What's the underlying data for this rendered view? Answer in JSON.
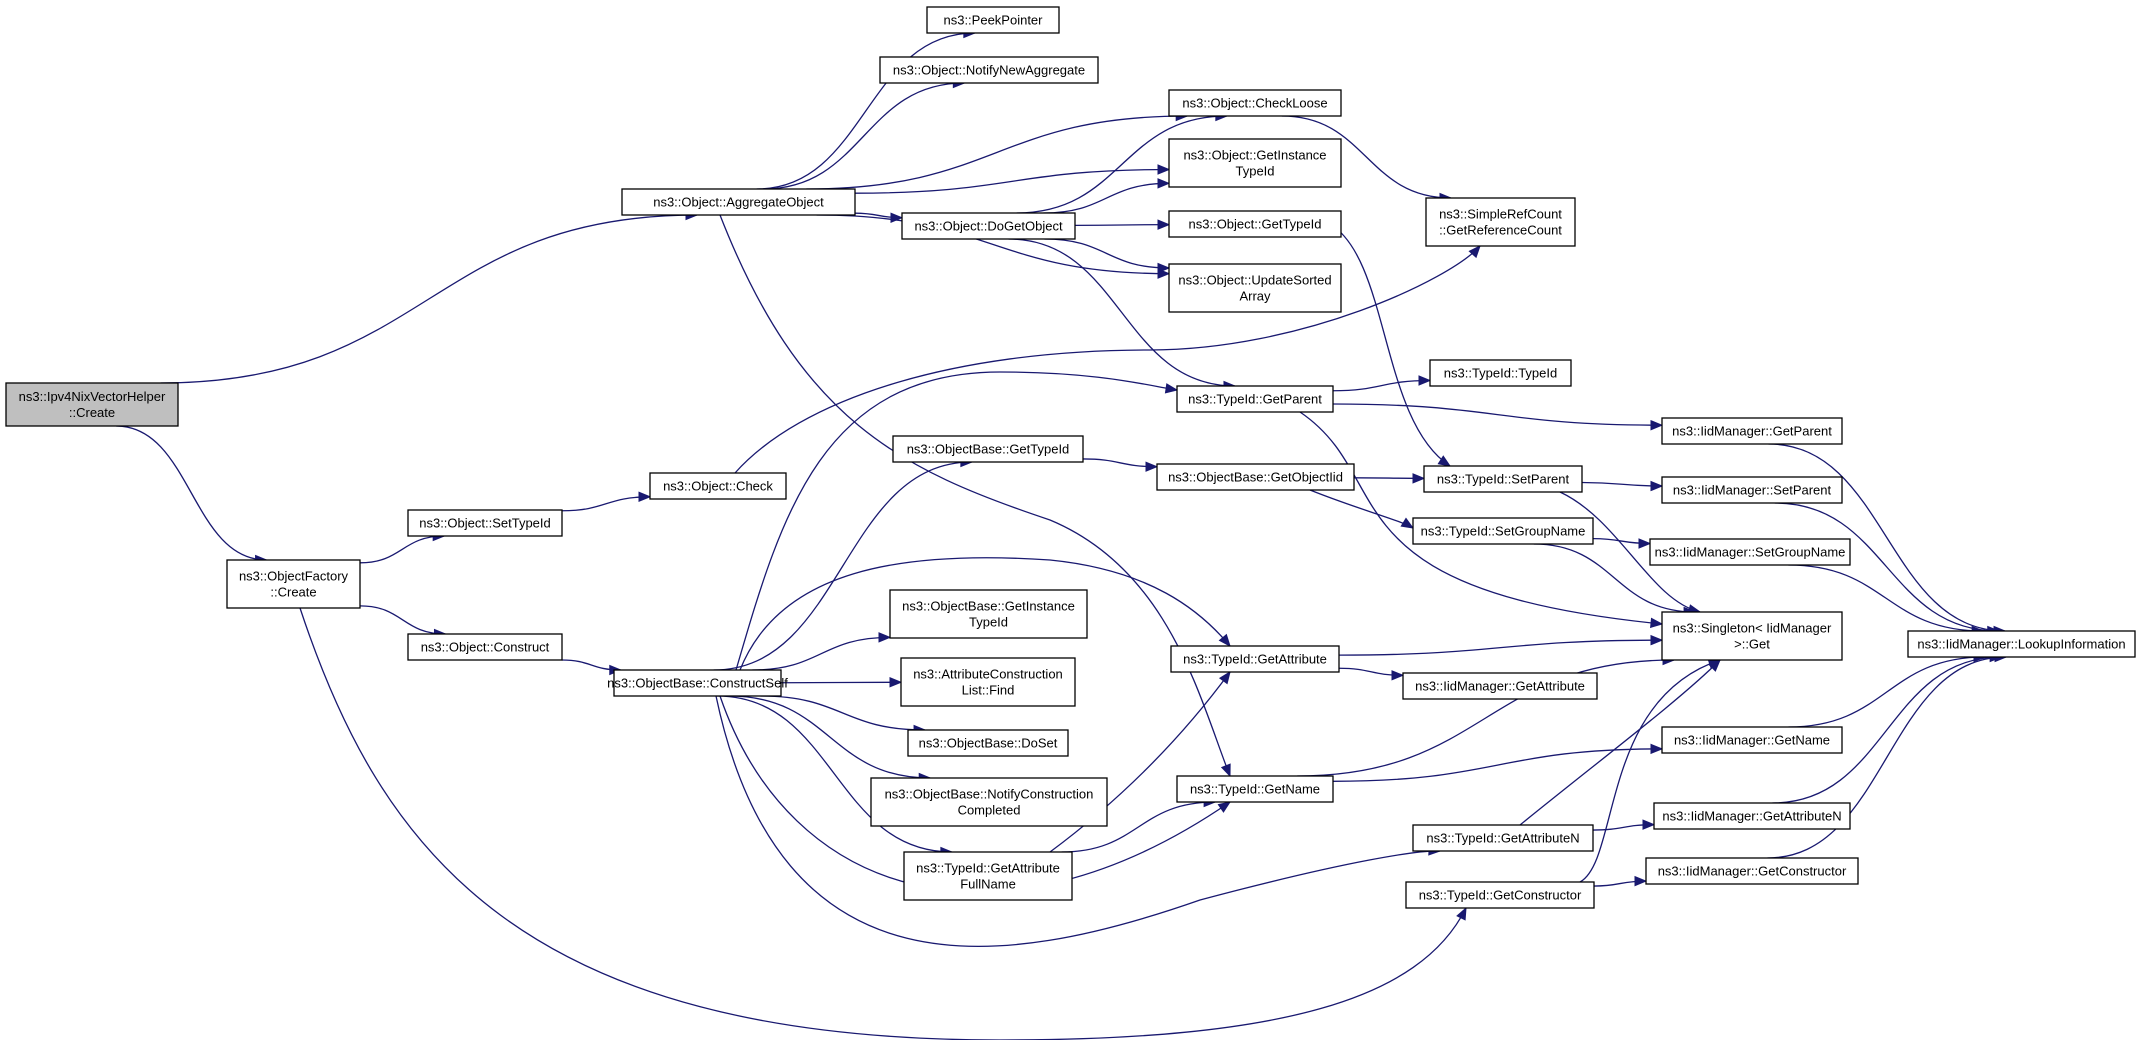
{
  "graph": {
    "root": "ipv4nix_create",
    "nodes": [
      {
        "id": "ipv4nix_create",
        "lines": [
          "ns3::Ipv4NixVectorHelper",
          "::Create"
        ]
      },
      {
        "id": "objfactory_create",
        "lines": [
          "ns3::ObjectFactory",
          "::Create"
        ]
      },
      {
        "id": "object_aggregate",
        "lines": [
          "ns3::Object::AggregateObject"
        ]
      },
      {
        "id": "object_settypeid",
        "lines": [
          "ns3::Object::SetTypeId"
        ]
      },
      {
        "id": "object_construct",
        "lines": [
          "ns3::Object::Construct"
        ]
      },
      {
        "id": "object_check",
        "lines": [
          "ns3::Object::Check"
        ]
      },
      {
        "id": "objbase_constructself",
        "lines": [
          "ns3::ObjectBase::ConstructSelf"
        ]
      },
      {
        "id": "peekpointer",
        "lines": [
          "ns3::PeekPointer"
        ]
      },
      {
        "id": "object_notifynewaggregate",
        "lines": [
          "ns3::Object::NotifyNewAggregate"
        ]
      },
      {
        "id": "object_dogetobject",
        "lines": [
          "ns3::Object::DoGetObject"
        ]
      },
      {
        "id": "objbase_gettypeid",
        "lines": [
          "ns3::ObjectBase::GetTypeId"
        ]
      },
      {
        "id": "objbase_getinstancetypeid",
        "lines": [
          "ns3::ObjectBase::GetInstance",
          "TypeId"
        ]
      },
      {
        "id": "attrconstructionlist_find",
        "lines": [
          "ns3::AttributeConstruction",
          "List::Find"
        ]
      },
      {
        "id": "objbase_doset",
        "lines": [
          "ns3::ObjectBase::DoSet"
        ]
      },
      {
        "id": "objbase_notifyconstructioncompleted",
        "lines": [
          "ns3::ObjectBase::NotifyConstruction",
          "Completed"
        ]
      },
      {
        "id": "typeid_getattributefullname",
        "lines": [
          "ns3::TypeId::GetAttribute",
          "FullName"
        ]
      },
      {
        "id": "object_checkloose",
        "lines": [
          "ns3::Object::CheckLoose"
        ]
      },
      {
        "id": "object_getinstancetypeid",
        "lines": [
          "ns3::Object::GetInstance",
          "TypeId"
        ]
      },
      {
        "id": "object_gettypeid",
        "lines": [
          "ns3::Object::GetTypeId"
        ]
      },
      {
        "id": "object_updatesortedarray",
        "lines": [
          "ns3::Object::UpdateSorted",
          "Array"
        ]
      },
      {
        "id": "typeid_getparent",
        "lines": [
          "ns3::TypeId::GetParent"
        ]
      },
      {
        "id": "objbase_getobjectiid",
        "lines": [
          "ns3::ObjectBase::GetObjectIid"
        ]
      },
      {
        "id": "typeid_getattribute",
        "lines": [
          "ns3::TypeId::GetAttribute"
        ]
      },
      {
        "id": "typeid_getname",
        "lines": [
          "ns3::TypeId::GetName"
        ]
      },
      {
        "id": "simplerefcount_getreferencecount",
        "lines": [
          "ns3::SimpleRefCount",
          "::GetReferenceCount"
        ]
      },
      {
        "id": "typeid_typeid",
        "lines": [
          "ns3::TypeId::TypeId"
        ]
      },
      {
        "id": "typeid_setparent",
        "lines": [
          "ns3::TypeId::SetParent"
        ]
      },
      {
        "id": "typeid_setgroupname",
        "lines": [
          "ns3::TypeId::SetGroupName"
        ]
      },
      {
        "id": "iidmanager_getattribute",
        "lines": [
          "ns3::IidManager::GetAttribute"
        ]
      },
      {
        "id": "typeid_getattributen",
        "lines": [
          "ns3::TypeId::GetAttributeN"
        ]
      },
      {
        "id": "typeid_getconstructor",
        "lines": [
          "ns3::TypeId::GetConstructor"
        ]
      },
      {
        "id": "iidmanager_getparent",
        "lines": [
          "ns3::IidManager::GetParent"
        ]
      },
      {
        "id": "iidmanager_setparent",
        "lines": [
          "ns3::IidManager::SetParent"
        ]
      },
      {
        "id": "iidmanager_setgroupname",
        "lines": [
          "ns3::IidManager::SetGroupName"
        ]
      },
      {
        "id": "singleton_get",
        "lines": [
          "ns3::Singleton< IidManager",
          ">::Get"
        ]
      },
      {
        "id": "iidmanager_getname",
        "lines": [
          "ns3::IidManager::GetName"
        ]
      },
      {
        "id": "iidmanager_getattributen",
        "lines": [
          "ns3::IidManager::GetAttributeN"
        ]
      },
      {
        "id": "iidmanager_getconstructor",
        "lines": [
          "ns3::IidManager::GetConstructor"
        ]
      },
      {
        "id": "iidmanager_lookupinformation",
        "lines": [
          "ns3::IidManager::LookupInformation"
        ]
      }
    ],
    "edges": [
      [
        "ipv4nix_create",
        "object_aggregate"
      ],
      [
        "ipv4nix_create",
        "objfactory_create"
      ],
      [
        "objfactory_create",
        "object_settypeid"
      ],
      [
        "objfactory_create",
        "object_construct"
      ],
      [
        "objfactory_create",
        "typeid_getconstructor"
      ],
      [
        "object_aggregate",
        "peekpointer"
      ],
      [
        "object_aggregate",
        "object_notifynewaggregate"
      ],
      [
        "object_aggregate",
        "object_checkloose"
      ],
      [
        "object_aggregate",
        "object_getinstancetypeid"
      ],
      [
        "object_aggregate",
        "object_dogetobject"
      ],
      [
        "object_aggregate",
        "object_updatesortedarray"
      ],
      [
        "object_aggregate",
        "typeid_getname"
      ],
      [
        "object_settypeid",
        "object_check"
      ],
      [
        "object_construct",
        "objbase_constructself"
      ],
      [
        "object_check",
        "simplerefcount_getreferencecount"
      ],
      [
        "object_dogetobject",
        "object_checkloose"
      ],
      [
        "object_dogetobject",
        "object_getinstancetypeid"
      ],
      [
        "object_dogetobject",
        "object_gettypeid"
      ],
      [
        "object_dogetobject",
        "object_updatesortedarray"
      ],
      [
        "object_dogetobject",
        "typeid_getparent"
      ],
      [
        "object_checkloose",
        "simplerefcount_getreferencecount"
      ],
      [
        "object_gettypeid",
        "typeid_setparent"
      ],
      [
        "objbase_constructself",
        "typeid_getparent"
      ],
      [
        "objbase_constructself",
        "objbase_gettypeid"
      ],
      [
        "objbase_constructself",
        "typeid_getattribute"
      ],
      [
        "objbase_constructself",
        "objbase_getinstancetypeid"
      ],
      [
        "objbase_constructself",
        "attrconstructionlist_find"
      ],
      [
        "objbase_constructself",
        "objbase_doset"
      ],
      [
        "objbase_constructself",
        "objbase_notifyconstructioncompleted"
      ],
      [
        "objbase_constructself",
        "typeid_getattributefullname"
      ],
      [
        "objbase_constructself",
        "typeid_getname"
      ],
      [
        "objbase_constructself",
        "typeid_getattributen"
      ],
      [
        "objbase_gettypeid",
        "objbase_getobjectiid"
      ],
      [
        "objbase_getobjectiid",
        "typeid_setparent"
      ],
      [
        "objbase_getobjectiid",
        "typeid_setgroupname"
      ],
      [
        "typeid_getattributefullname",
        "typeid_getattribute"
      ],
      [
        "typeid_getattributefullname",
        "typeid_getname"
      ],
      [
        "typeid_getparent",
        "typeid_typeid"
      ],
      [
        "typeid_getparent",
        "iidmanager_getparent"
      ],
      [
        "typeid_getparent",
        "singleton_get"
      ],
      [
        "typeid_setparent",
        "iidmanager_setparent"
      ],
      [
        "typeid_setparent",
        "singleton_get"
      ],
      [
        "typeid_setgroupname",
        "iidmanager_setgroupname"
      ],
      [
        "typeid_setgroupname",
        "singleton_get"
      ],
      [
        "typeid_getattribute",
        "singleton_get"
      ],
      [
        "typeid_getattribute",
        "iidmanager_getattribute"
      ],
      [
        "typeid_getname",
        "singleton_get"
      ],
      [
        "typeid_getname",
        "iidmanager_getname"
      ],
      [
        "typeid_getattributen",
        "singleton_get"
      ],
      [
        "typeid_getattributen",
        "iidmanager_getattributen"
      ],
      [
        "typeid_getconstructor",
        "singleton_get"
      ],
      [
        "typeid_getconstructor",
        "iidmanager_getconstructor"
      ],
      [
        "iidmanager_getparent",
        "iidmanager_lookupinformation"
      ],
      [
        "iidmanager_setparent",
        "iidmanager_lookupinformation"
      ],
      [
        "iidmanager_setgroupname",
        "iidmanager_lookupinformation"
      ],
      [
        "iidmanager_getname",
        "iidmanager_lookupinformation"
      ],
      [
        "iidmanager_getattributen",
        "iidmanager_lookupinformation"
      ],
      [
        "iidmanager_getconstructor",
        "iidmanager_lookupinformation"
      ]
    ],
    "colors": {
      "edge": "#191970",
      "root_fill": "#bfbfbf",
      "node_fill": "#ffffff",
      "border": "#000000"
    }
  }
}
